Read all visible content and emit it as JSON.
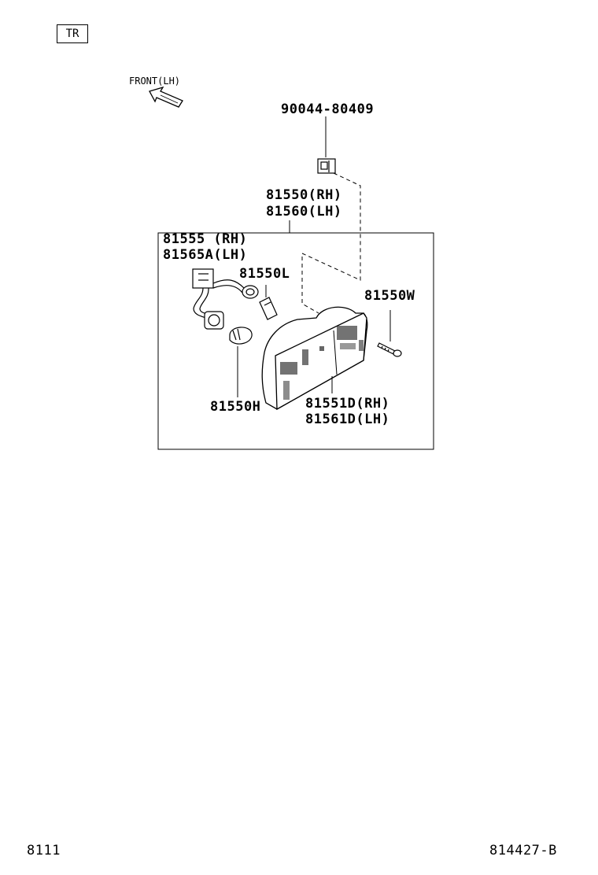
{
  "header": {
    "tag": "TR",
    "direction_label": "FRONT(LH)"
  },
  "parts": {
    "clip": "90044-80409",
    "assembly_rh": "81550(RH)",
    "assembly_lh": "81560(LH)",
    "socket_rh": "81555 (RH)",
    "socket_lh": "81565A(LH)",
    "bulb_small": "81550L",
    "screw": "81550W",
    "bulb_main": "81550H",
    "lens_rh": "81551D(RH)",
    "lens_lh": "81561D(LH)"
  },
  "footer": {
    "page_code": "8111",
    "illustration_code": "814427-B"
  }
}
